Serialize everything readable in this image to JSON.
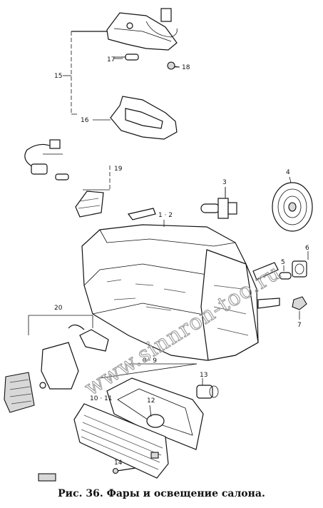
{
  "caption": "Рис. 36. Фары и освещение салона.",
  "watermark": "www.sinnron-too.ru",
  "part_labels": [
    "1 · 2",
    "3",
    "4",
    "5",
    "6",
    "7",
    "8 · 9",
    "10 · 11",
    "12",
    "13",
    "14",
    "15",
    "16",
    "17",
    "18",
    "19",
    "20"
  ]
}
